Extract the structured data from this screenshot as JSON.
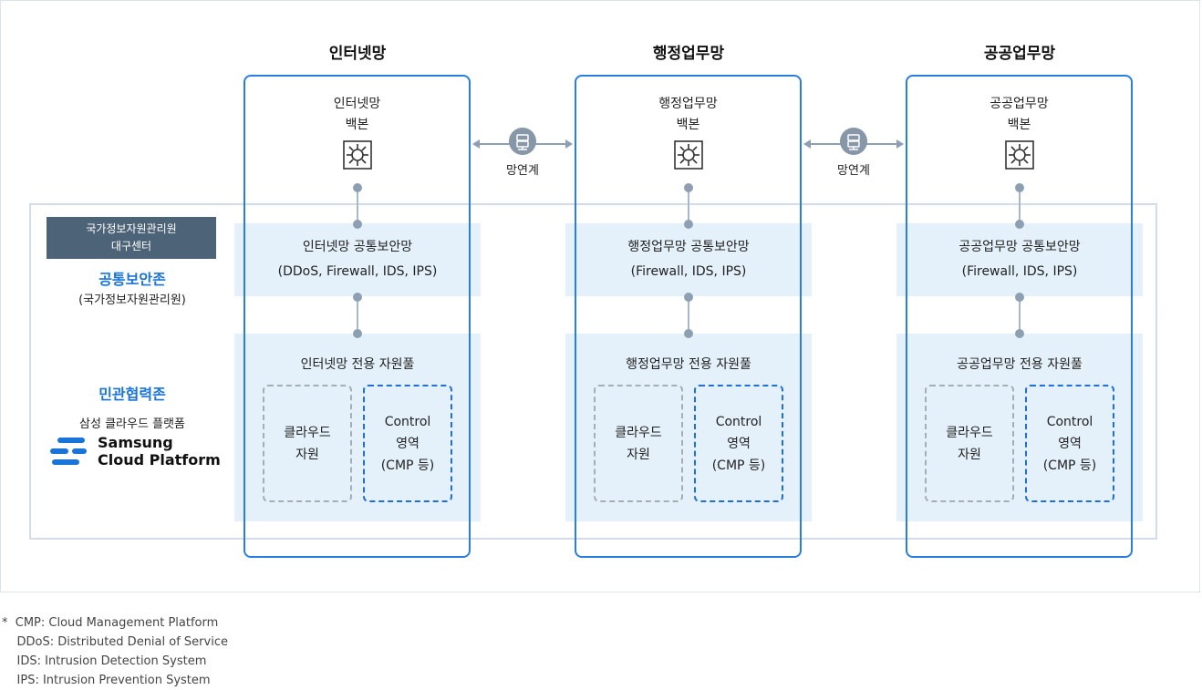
{
  "networks": [
    {
      "title": "인터넷망",
      "backbone_line1": "인터넷망",
      "backbone_line2": "백본",
      "security_line1": "인터넷망 공통보안망",
      "security_line2": "(DDoS, Firewall, IDS, IPS)",
      "pool_title": "인터넷망 전용 자원풀",
      "cloud_line1": "클라우드",
      "cloud_line2": "자원",
      "control_line1": "Control",
      "control_line2": "영역",
      "control_line3": "(CMP 등)"
    },
    {
      "title": "행정업무망",
      "backbone_line1": "행정업무망",
      "backbone_line2": "백본",
      "security_line1": "행정업무망 공통보안망",
      "security_line2": "(Firewall, IDS, IPS)",
      "pool_title": "행정업무망 전용 자원풀",
      "cloud_line1": "클라우드",
      "cloud_line2": "자원",
      "control_line1": "Control",
      "control_line2": "영역",
      "control_line3": "(CMP 등)"
    },
    {
      "title": "공공업무망",
      "backbone_line1": "공공업무망",
      "backbone_line2": "백본",
      "security_line1": "공공업무망 공통보안망",
      "security_line2": "(Firewall, IDS, IPS)",
      "pool_title": "공공업무망 전용 자원풀",
      "cloud_line1": "클라우드",
      "cloud_line2": "자원",
      "control_line1": "Control",
      "control_line2": "영역",
      "control_line3": "(CMP 등)"
    }
  ],
  "connectors": [
    {
      "label": "망연계"
    },
    {
      "label": "망연계"
    }
  ],
  "left": {
    "badge_line1": "국가정보자원관리원",
    "badge_line2": "대구센터",
    "security_zone_name": "공통보안존",
    "security_zone_sub": "(국가정보자원관리원)",
    "private_zone_name": "민관협력존",
    "private_zone_sub": "삼성 클라우드 플랫폼",
    "logo_line1": "Samsung",
    "logo_line2": "Cloud Platform"
  },
  "footnotes": [
    "*  CMP: Cloud Management Platform",
    "    DDoS: Distributed Denial of Service",
    "    IDS: Intrusion Detection System",
    "    IPS: Intrusion Prevention System"
  ],
  "colors": {
    "accent_blue": "#2a7de1",
    "zone_blue": "#1a73d9",
    "panel_fill": "#e4f1fb",
    "badge_bg": "#4d6378",
    "connector_gray": "#8797a8"
  }
}
